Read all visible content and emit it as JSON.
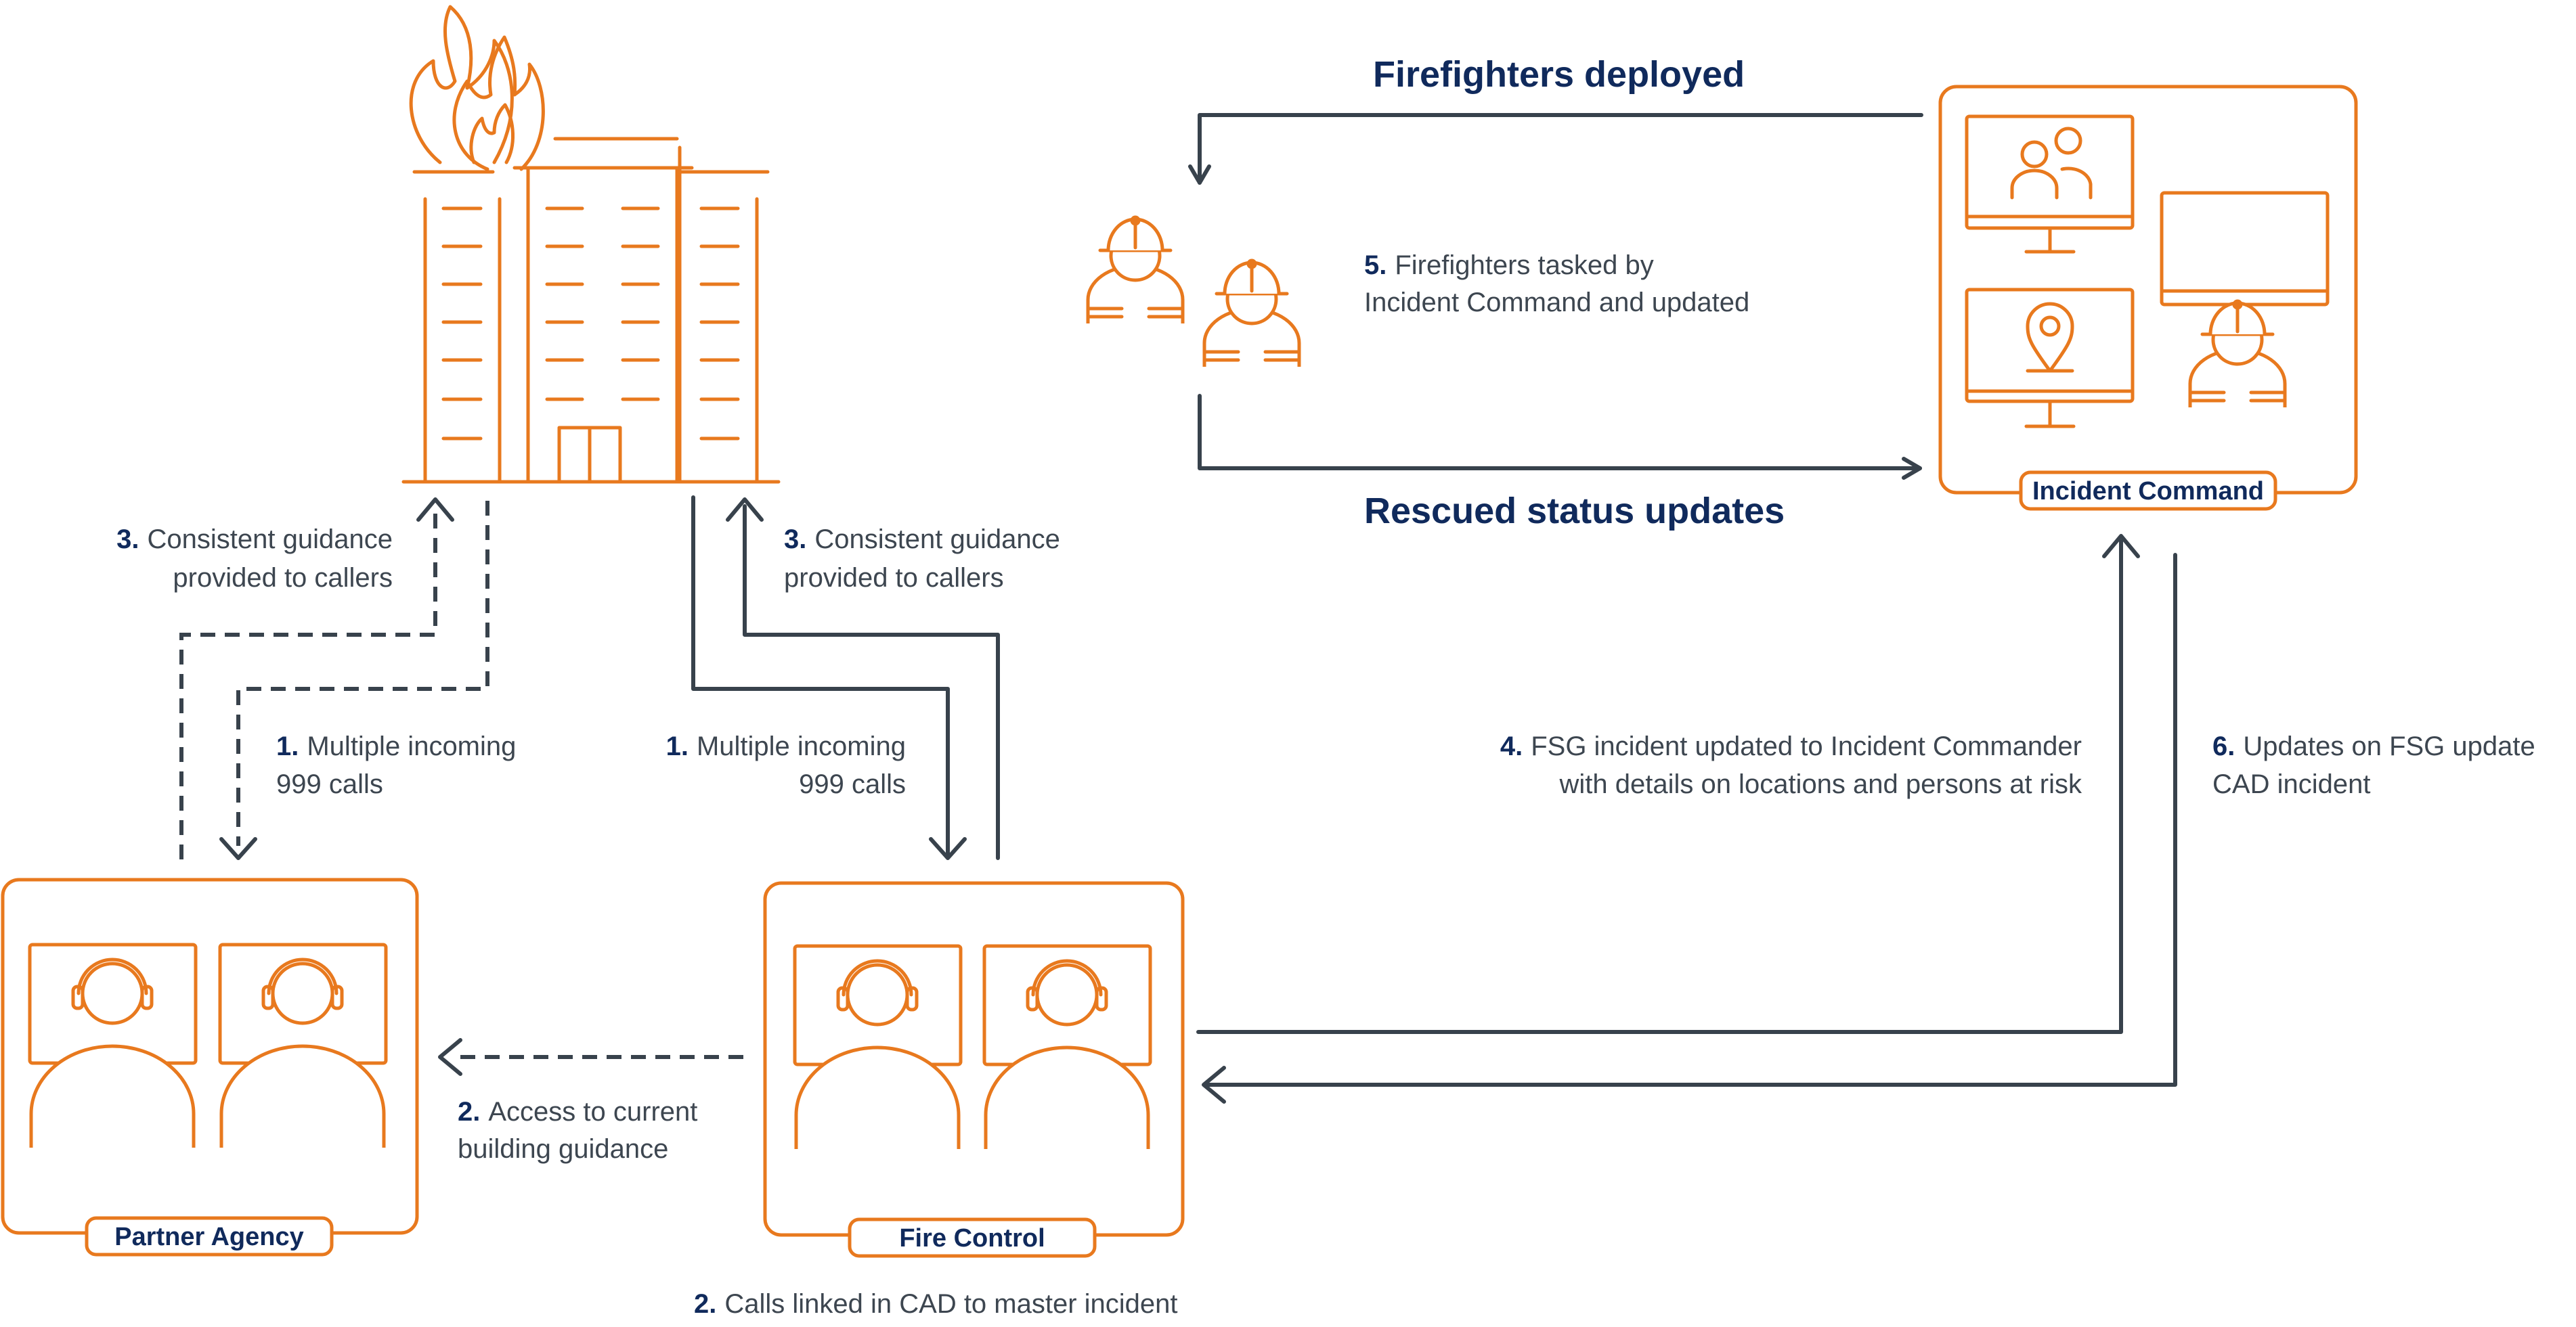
{
  "headings": {
    "deployed": "Firefighters deployed",
    "rescued": "Rescued status updates"
  },
  "badges": {
    "partner": "Partner Agency",
    "fire_control": "Fire Control",
    "incident_command": "Incident Command"
  },
  "steps": {
    "left_guidance": {
      "num": "3.",
      "line1": "Consistent guidance",
      "line2": "provided to callers"
    },
    "right_guidance": {
      "num": "3.",
      "line1": "Consistent guidance",
      "line2": "provided to callers"
    },
    "left_calls": {
      "num": "1.",
      "line1": "Multiple incoming",
      "line2": "999 calls"
    },
    "right_calls": {
      "num": "1.",
      "line1": "Multiple incoming",
      "line2": "999 calls"
    },
    "access": {
      "num": "2.",
      "line1": "Access to current",
      "line2": "building guidance"
    },
    "linked": {
      "num": "2.",
      "line1": "Calls linked in CAD to master incident"
    },
    "fsg_updated": {
      "num": "4.",
      "line1": "FSG incident updated to Incident Commander",
      "line2": "with details on locations and persons at risk"
    },
    "tasked": {
      "num": "5.",
      "line1": "Firefighters tasked by",
      "line2": "Incident Command and updated"
    },
    "updates": {
      "num": "6.",
      "line1": "Updates on FSG update",
      "line2": "CAD incident"
    }
  },
  "colors": {
    "icon_orange": "#e8791e",
    "arrow_grey": "#38424c",
    "heading_navy": "#102a5c",
    "text_grey": "#3d4650"
  },
  "icons": [
    "burning-building-icon",
    "operator-headset-icon",
    "firefighter-icon",
    "monitor-people-icon",
    "monitor-location-icon"
  ]
}
